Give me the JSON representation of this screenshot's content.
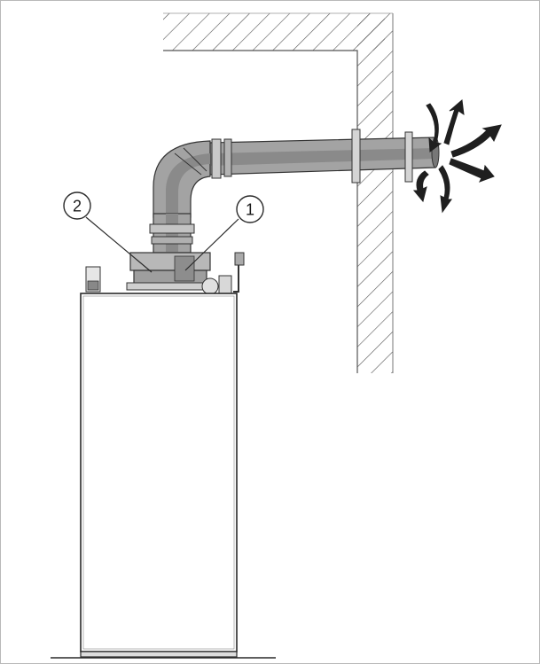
{
  "callouts": [
    {
      "id": "1",
      "label": "1"
    },
    {
      "id": "2",
      "label": "2"
    }
  ],
  "colors": {
    "stroke": "#2a2a2a",
    "pipe_fill": "#9a9a9a",
    "pipe_core": "#8a8a8a",
    "cabinet_fill": "#ffffff",
    "hatch": "#555555",
    "exhaust_arrow": "#1f1f1f"
  }
}
